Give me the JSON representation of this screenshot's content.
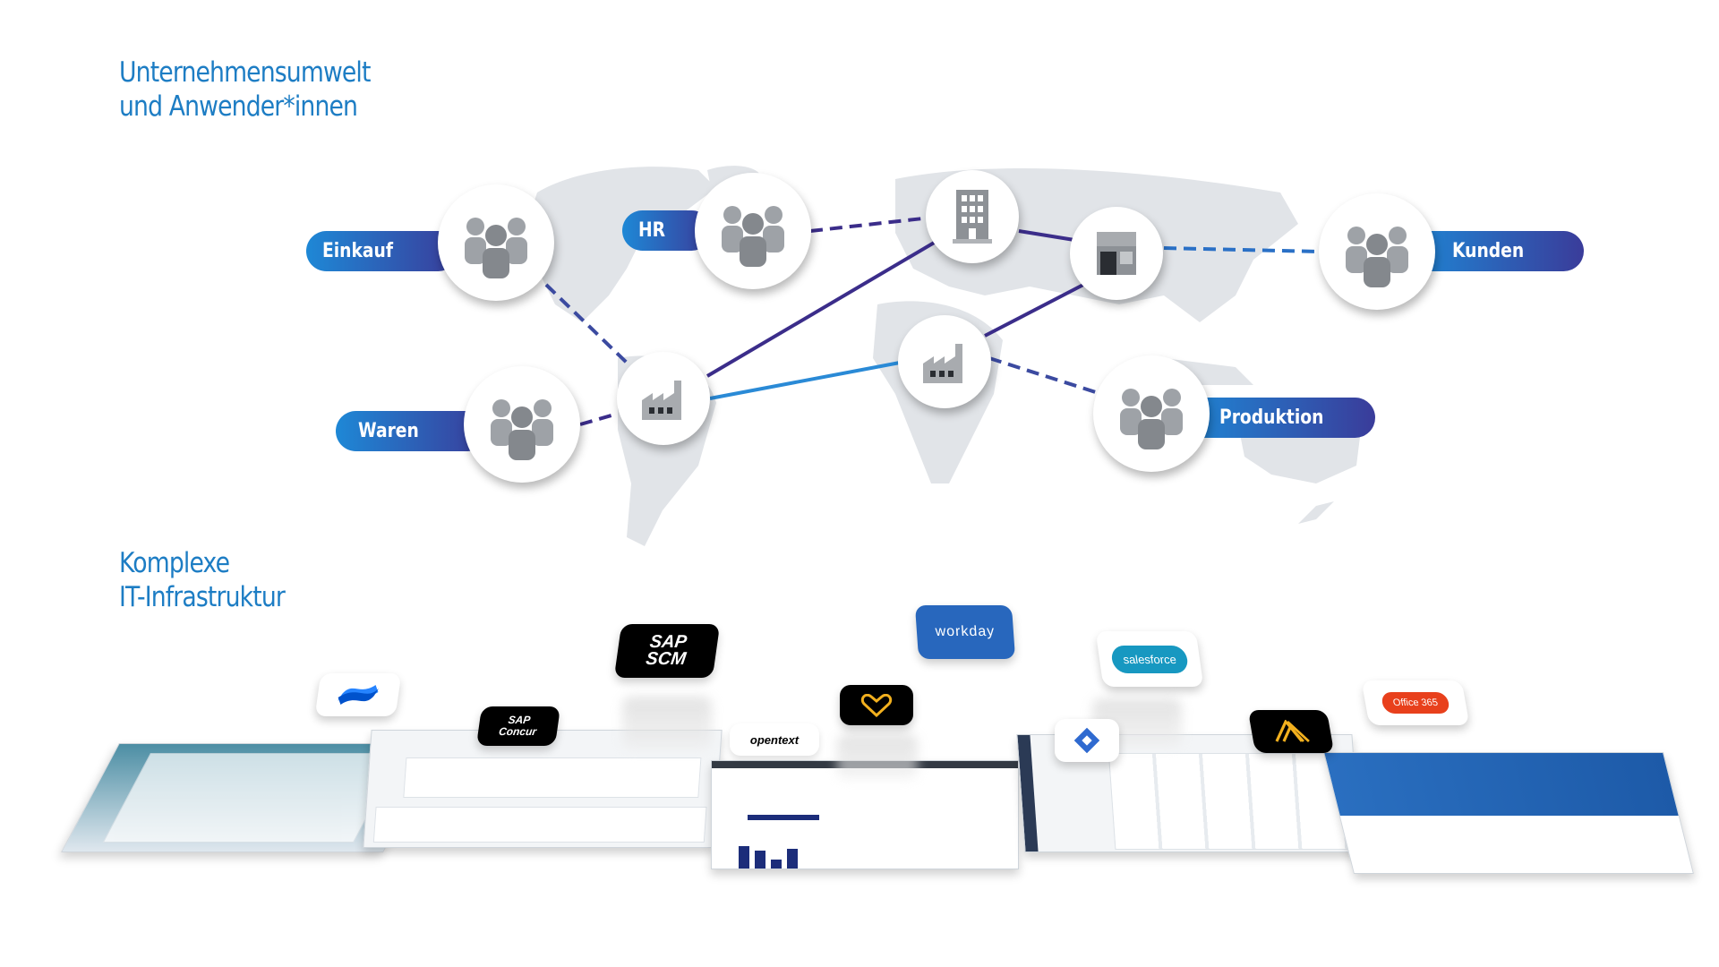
{
  "titles": {
    "environment_line1": "Unternehmensumwelt",
    "environment_line2": "und Anwender*innen",
    "infra_line1": "Komplexe",
    "infra_line2": "IT-Infrastruktur"
  },
  "groups": [
    {
      "label": "Einkauf",
      "icon": "people-icon"
    },
    {
      "label": "HR",
      "icon": "people-icon"
    },
    {
      "label": "Kunden",
      "icon": "people-icon"
    },
    {
      "label": "Waren",
      "icon": "people-icon"
    },
    {
      "label": "Produktion",
      "icon": "people-icon"
    }
  ],
  "locations": [
    "building-icon",
    "shop-icon",
    "factory-icon",
    "factory-icon"
  ],
  "colors": {
    "accent": "#1d7dc4",
    "pill_start": "#1e88d6",
    "pill_end": "#3a3c9a",
    "map": "#e1e4e8",
    "link_purple": "#3b2d8a",
    "link_blue": "#2a8ad6"
  },
  "apps": {
    "confluence": "confluence-icon",
    "sap_scm": {
      "line1": "SAP",
      "line2": "SCM"
    },
    "sap_concur": {
      "line1": "SAP",
      "line2": "Concur"
    },
    "workday": "workday",
    "heart": "heart-icon",
    "opentext": "opentext",
    "salesforce": "salesforce",
    "jira": "jira-icon",
    "alteryx": "alteryx-icon",
    "office365": "Office 365"
  }
}
